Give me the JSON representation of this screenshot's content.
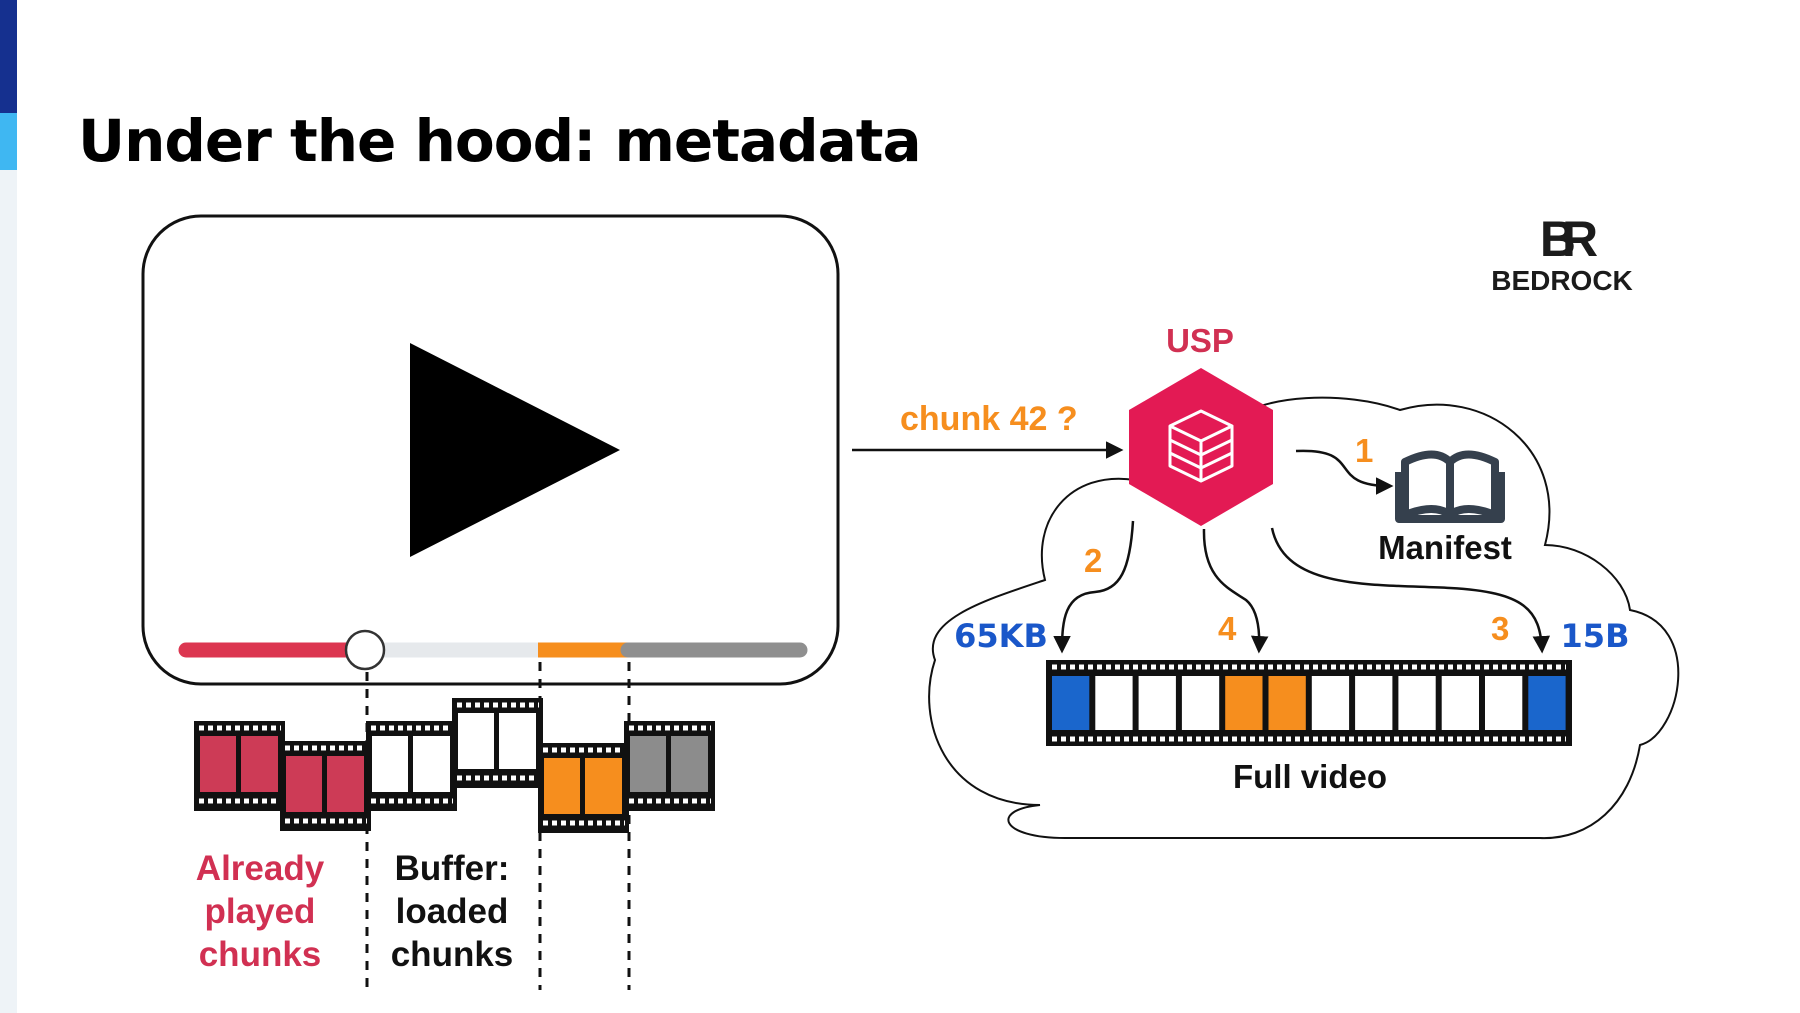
{
  "slide": {
    "title": "Under the hood: metadata",
    "accent_dark": "#15308f",
    "accent_light": "#3fb7f2"
  },
  "logo": {
    "mark": "BR",
    "name": "BEDROCK"
  },
  "player": {
    "play_icon": "play-icon",
    "played_fraction": 0.23,
    "buffer_end_fraction": 0.57,
    "next_chunk_end_fraction": 0.69,
    "played_color": "#dc3650",
    "buffer_color": "#e6e9ec",
    "next_color": "#f68e1e",
    "unloaded_color": "#8f8f8f"
  },
  "chunks": {
    "already_played_lines": [
      "Already",
      "played",
      "chunks"
    ],
    "buffer_lines": [
      "Buffer:",
      "loaded",
      "chunks"
    ],
    "colors": {
      "played": "#cd3b56",
      "buffer": "#ffffff",
      "requested": "#f68e1e",
      "unloaded": "#8c8c8c"
    }
  },
  "request": {
    "label": "chunk 42 ?",
    "color": "#f68e1e"
  },
  "server": {
    "name": "USP",
    "icon": "layers-icon",
    "color": "#e31a54",
    "name_color": "#d13052",
    "steps": [
      "1",
      "2",
      "3",
      "4"
    ],
    "step_color": "#f68e1e",
    "manifest_label": "Manifest",
    "manifest_icon": "book-icon",
    "full_video_label": "Full video",
    "size_left": "65KB",
    "size_right": "15B",
    "size_color": "#1a57c9",
    "frames": [
      "metadata",
      "empty",
      "empty",
      "empty",
      "requested",
      "requested",
      "empty",
      "empty",
      "empty",
      "empty",
      "empty",
      "metadata"
    ],
    "frame_colors": {
      "metadata": "#1a66cc",
      "empty": "#ffffff",
      "requested": "#f68e1e"
    }
  }
}
